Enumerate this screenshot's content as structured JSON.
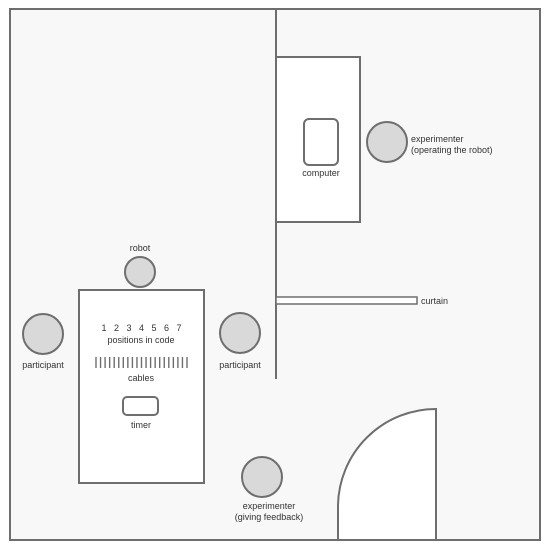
{
  "colors": {
    "background": "#f8f8f8",
    "outline": "#6e6e6e",
    "person_fill": "#d9d9d9",
    "text": "#333333"
  },
  "labels": {
    "robot": "robot",
    "participant_left": "participant",
    "participant_right": "participant",
    "positions_in_code": "positions in code",
    "cables": "cables",
    "timer": "timer",
    "computer": "computer",
    "experimenter_robot_line1": "experimenter",
    "experimenter_robot_line2": "(operating the robot)",
    "curtain": "curtain",
    "experimenter_feedback_line1": "experimenter",
    "experimenter_feedback_line2": "(giving feedback)"
  },
  "positions": [
    "1",
    "2",
    "3",
    "4",
    "5",
    "6",
    "7"
  ],
  "cable_count": 21
}
